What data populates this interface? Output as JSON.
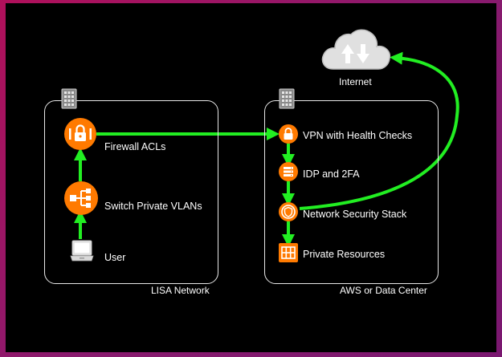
{
  "diagram": {
    "colors": {
      "background": "#000000",
      "accent": "#ff7a00",
      "connector": "#22ee22",
      "border": "#e8e8e8",
      "text": "#ffffff"
    },
    "cloud": {
      "icon": "cloud-upload-download-icon",
      "label": "Internet"
    },
    "lisa": {
      "caption": "LISA Network",
      "header_icon": "building-icon",
      "nodes": [
        {
          "icon": "firewall-icon",
          "label": "Firewall ACLs"
        },
        {
          "icon": "switch-icon",
          "label": "Switch Private VLANs"
        },
        {
          "icon": "laptop-icon",
          "label": "User"
        }
      ]
    },
    "aws": {
      "caption": "AWS or Data Center",
      "header_icon": "building-icon",
      "nodes": [
        {
          "icon": "lock-icon",
          "label": "VPN with Health Checks"
        },
        {
          "icon": "server-stack-icon",
          "label": "IDP and 2FA"
        },
        {
          "icon": "shield-icon",
          "label": "Network Security Stack"
        },
        {
          "icon": "grid-icon",
          "label": "Private Resources"
        }
      ]
    }
  }
}
